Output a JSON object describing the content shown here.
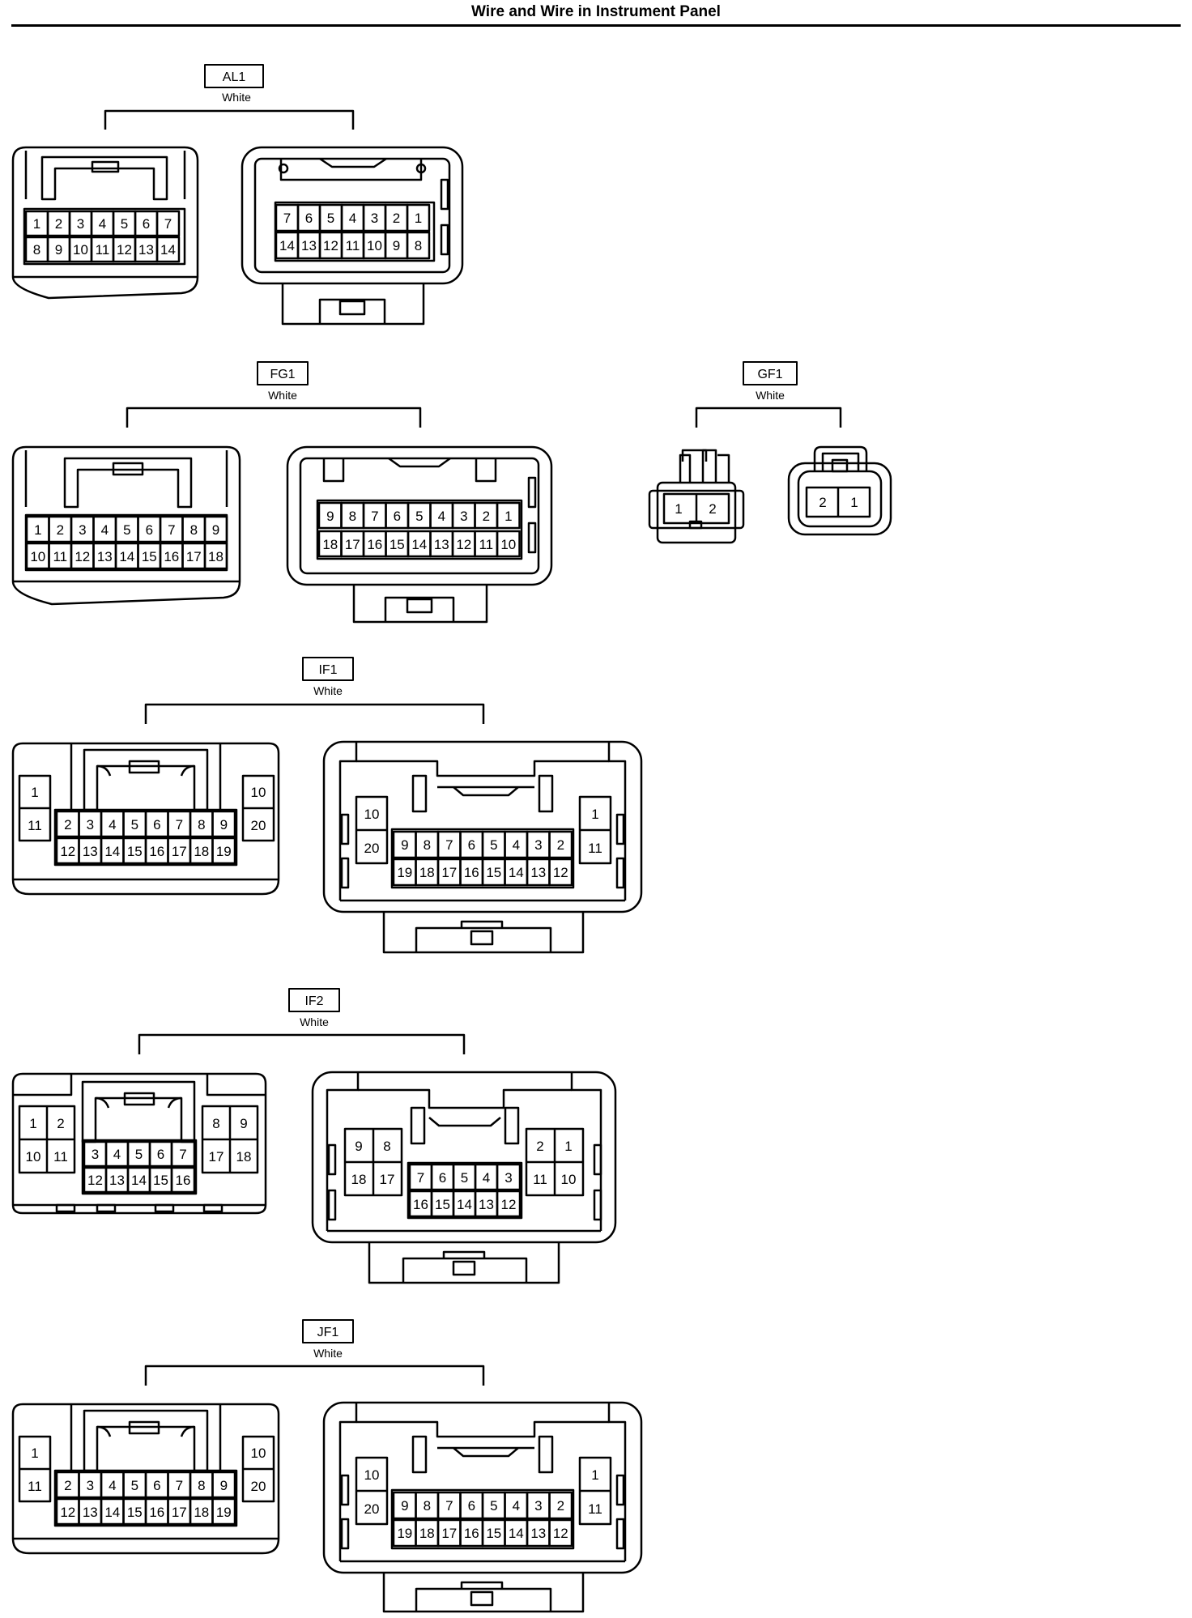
{
  "page": {
    "title": "Wire and Wire in Instrument Panel"
  },
  "connectors": [
    {
      "id": "al1",
      "code": "AL1",
      "color": "White",
      "left": {
        "rows": [
          [
            "1",
            "2",
            "3",
            "4",
            "5",
            "6",
            "7"
          ],
          [
            "8",
            "9",
            "10",
            "11",
            "12",
            "13",
            "14"
          ]
        ]
      },
      "right": {
        "rows": [
          [
            "7",
            "6",
            "5",
            "4",
            "3",
            "2",
            "1"
          ],
          [
            "14",
            "13",
            "12",
            "11",
            "10",
            "9",
            "8"
          ]
        ]
      }
    },
    {
      "id": "fg1",
      "code": "FG1",
      "color": "White",
      "left": {
        "rows": [
          [
            "1",
            "2",
            "3",
            "4",
            "5",
            "6",
            "7",
            "8",
            "9"
          ],
          [
            "10",
            "11",
            "12",
            "13",
            "14",
            "15",
            "16",
            "17",
            "18"
          ]
        ]
      },
      "right": {
        "rows": [
          [
            "9",
            "8",
            "7",
            "6",
            "5",
            "4",
            "3",
            "2",
            "1"
          ],
          [
            "18",
            "17",
            "16",
            "15",
            "14",
            "13",
            "12",
            "11",
            "10"
          ]
        ]
      }
    },
    {
      "id": "gf1",
      "code": "GF1",
      "color": "White",
      "left": {
        "rows": [
          [
            "1",
            "2"
          ]
        ]
      },
      "right": {
        "rows": [
          [
            "2",
            "1"
          ]
        ]
      }
    },
    {
      "id": "if1",
      "code": "IF1",
      "color": "White",
      "left": {
        "sideA": [
          "1",
          "11"
        ],
        "main": [
          [
            "2",
            "3",
            "4",
            "5",
            "6",
            "7",
            "8",
            "9"
          ],
          [
            "12",
            "13",
            "14",
            "15",
            "16",
            "17",
            "18",
            "19"
          ]
        ],
        "sideB": [
          "10",
          "20"
        ]
      },
      "right": {
        "sideA": [
          "10",
          "20"
        ],
        "main": [
          [
            "9",
            "8",
            "7",
            "6",
            "5",
            "4",
            "3",
            "2"
          ],
          [
            "19",
            "18",
            "17",
            "16",
            "15",
            "14",
            "13",
            "12"
          ]
        ],
        "sideB": [
          "1",
          "11"
        ]
      }
    },
    {
      "id": "if2",
      "code": "IF2",
      "color": "White",
      "left": {
        "sideA": [
          [
            "1",
            "2"
          ],
          [
            "10",
            "11"
          ]
        ],
        "main": [
          [
            "3",
            "4",
            "5",
            "6",
            "7"
          ],
          [
            "12",
            "13",
            "14",
            "15",
            "16"
          ]
        ],
        "sideB": [
          [
            "8",
            "9"
          ],
          [
            "17",
            "18"
          ]
        ]
      },
      "right": {
        "sideA": [
          [
            "9",
            "8"
          ],
          [
            "18",
            "17"
          ]
        ],
        "main": [
          [
            "7",
            "6",
            "5",
            "4",
            "3"
          ],
          [
            "16",
            "15",
            "14",
            "13",
            "12"
          ]
        ],
        "sideB": [
          [
            "2",
            "1"
          ],
          [
            "11",
            "10"
          ]
        ]
      }
    },
    {
      "id": "jf1",
      "code": "JF1",
      "color": "White",
      "left": {
        "sideA": [
          "1",
          "11"
        ],
        "main": [
          [
            "2",
            "3",
            "4",
            "5",
            "6",
            "7",
            "8",
            "9"
          ],
          [
            "12",
            "13",
            "14",
            "15",
            "16",
            "17",
            "18",
            "19"
          ]
        ],
        "sideB": [
          "10",
          "20"
        ]
      },
      "right": {
        "sideA": [
          "10",
          "20"
        ],
        "main": [
          [
            "9",
            "8",
            "7",
            "6",
            "5",
            "4",
            "3",
            "2"
          ],
          [
            "19",
            "18",
            "17",
            "16",
            "15",
            "14",
            "13",
            "12"
          ]
        ],
        "sideB": [
          "1",
          "11"
        ]
      }
    }
  ]
}
